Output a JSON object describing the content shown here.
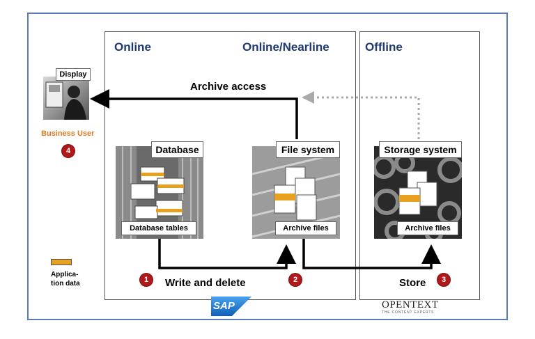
{
  "zones": {
    "online": "Online",
    "online_nearline": "Online/Nearline",
    "offline": "Offline"
  },
  "user": {
    "display_label": "Display",
    "role": "Business User",
    "step": "4"
  },
  "database": {
    "title": "Database",
    "caption": "Database tables"
  },
  "filesystem": {
    "title": "File system",
    "caption": "Archive files"
  },
  "storage": {
    "title": "Storage system",
    "caption": "Archive files"
  },
  "flows": {
    "archive_access": "Archive access",
    "write_delete": "Write and delete",
    "write_step": "1",
    "fs_step": "2",
    "store": "Store",
    "store_step": "3"
  },
  "legend": {
    "label_line1": "Applica-",
    "label_line2": "tion data",
    "swatch_color": "#e8a020"
  },
  "logos": {
    "sap": "SAP",
    "opentext": "OPENTEXT",
    "opentext_tagline": "THE CONTENT EXPERTS"
  },
  "colors": {
    "frame": "#5b79b8",
    "header": "#1f3b6e",
    "step_badge": "#b01919",
    "role_text": "#e07a1f",
    "sap_blue": "#1a73c9"
  }
}
